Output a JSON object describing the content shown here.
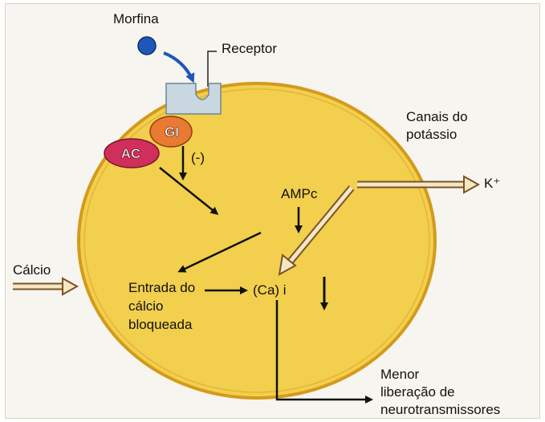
{
  "labels": {
    "morphine": "Morfina",
    "receptor": "Receptor",
    "potassium_channels": [
      "Canais do",
      "potássio"
    ],
    "potassium_ion": "K⁺",
    "gi_protein": "GI",
    "adenylyl_cyclase": "AC",
    "inhibition": "(-)",
    "camp": "AMPc",
    "calcium": "Cálcio",
    "calcium_blocked": [
      "Entrada do",
      "cálcio",
      "bloqueada"
    ],
    "intracellular_calcium": "(Ca) i",
    "reduced_release": [
      "Menor",
      "liberação de",
      "neurotransmissores"
    ]
  },
  "colors": {
    "cell_fill": "#f2cf4c",
    "cell_border": "#d49a1c",
    "morphine_ball": "#1f57b8",
    "receptor": "#c9d7e0",
    "gi_protein": "#e97a32",
    "adenylyl_cyclase": "#cf2f5a",
    "arrow_outline": "#7a5228",
    "arrow_fill": "#f5e7c4"
  }
}
